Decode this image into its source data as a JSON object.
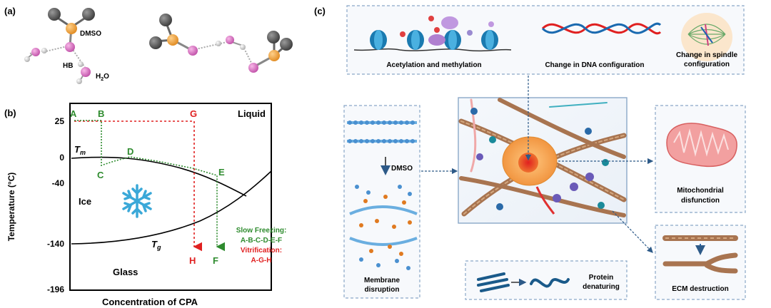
{
  "panel_a": {
    "label": "(a)",
    "dmso": "DMSO",
    "hb": "HB",
    "h2o_h": "H",
    "h2o_sub": "2",
    "h2o_o": "O"
  },
  "panel_b": {
    "label": "(b)",
    "ylabel": "Temperature (°C)",
    "xlabel": "Concentration of CPA",
    "yticks": [
      "25",
      "0",
      "-40",
      "-140",
      "-196"
    ],
    "tm_main": "T",
    "tm_sub": "m",
    "tg_main": "T",
    "tg_sub": "g",
    "regions": {
      "liquid": "Liquid",
      "ice": "Ice",
      "glass": "Glass"
    },
    "points": {
      "A": "A",
      "B": "B",
      "C": "C",
      "D": "D",
      "E": "E",
      "F": "F",
      "G": "G",
      "H": "H"
    },
    "legend": {
      "slow_title": "Slow Freezing:",
      "slow_path": "A-B-C-D-E-F",
      "vit_title": "Vitrification:",
      "vit_path": "A-G-H"
    },
    "colors": {
      "slow": "#2e8b2e",
      "vitrification": "#e02020"
    }
  },
  "panel_c": {
    "label": "(c)",
    "acetylation": "Acetylation and methylation",
    "dna": "Change in DNA configuration",
    "spindle_1": "Change in spindle",
    "spindle_2": "configuration",
    "dmso": "DMSO",
    "membrane_1": "Membrane",
    "membrane_2": "disruption",
    "protein_1": "Protein",
    "protein_2": "denaturing",
    "mito_1": "Mitochondrial",
    "mito_2": "disfunction",
    "ecm": "ECM destruction"
  }
}
